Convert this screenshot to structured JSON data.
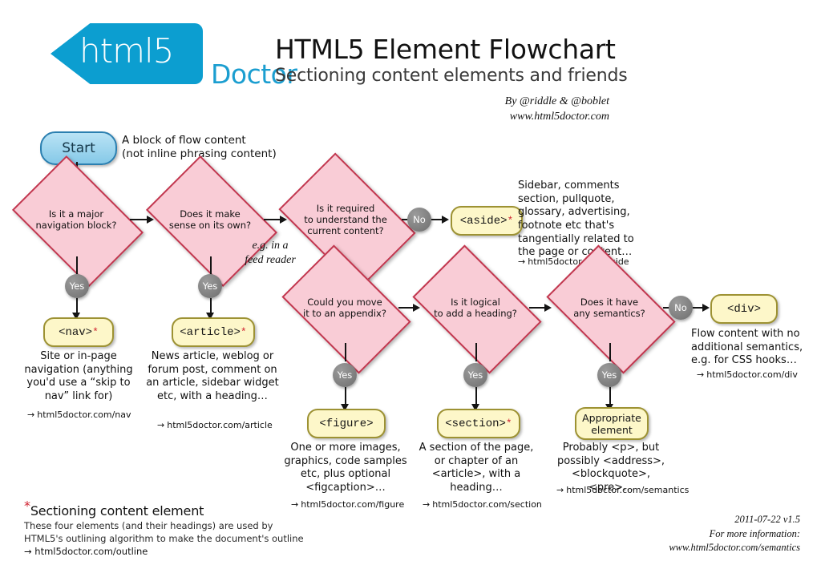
{
  "header": {
    "logo_text": "html5",
    "logo_suffix": "Doctor",
    "title": "HTML5 Element Flowchart",
    "subtitle": "Sectioning content elements and friends",
    "byline_authors": "By @riddle & @boblet",
    "byline_site": "www.html5doctor.com"
  },
  "start": {
    "label": "Start",
    "note_line1": "A block of flow content",
    "note_line2": "(not inline phrasing content)"
  },
  "decisions": [
    {
      "id": "major-nav",
      "line1": "Is it a major",
      "line2": "navigation block?",
      "line3": ""
    },
    {
      "id": "makes-sense",
      "line1": "Does it make",
      "line2": "sense on its own?",
      "line3": ""
    },
    {
      "id": "required",
      "line1": "Is it required",
      "line2": "to understand the",
      "line3": "current content?"
    },
    {
      "id": "appendix",
      "line1": "Could you move",
      "line2": "it to an appendix?",
      "line3": ""
    },
    {
      "id": "heading",
      "line1": "Is it logical",
      "line2": "to add a heading?",
      "line3": ""
    },
    {
      "id": "semantics",
      "line1": "Does it have",
      "line2": "any semantics?",
      "line3": ""
    }
  ],
  "annotations": {
    "feed_reader_line1": "e.g. in a",
    "feed_reader_line2": "feed reader"
  },
  "edge_labels": {
    "yes": "Yes",
    "no": "No"
  },
  "results": {
    "nav": {
      "label": "<nav>",
      "starred": true,
      "description": "Site or in-page navigation (anything you'd use a “skip to nav” link for)",
      "link": "html5doctor.com/nav"
    },
    "article": {
      "label": "<article>",
      "starred": true,
      "description": "News article, weblog or forum post, comment on an article, sidebar widget etc, with a heading…",
      "link": "html5doctor.com/article"
    },
    "aside": {
      "label": "<aside>",
      "starred": true,
      "description": "Sidebar, comments section, pullquote, glossary, advertising, footnote etc that's tangentially related to the page or content…",
      "link": "html5doctor.com/aside"
    },
    "figure": {
      "label": "<figure>",
      "starred": false,
      "description": "One or more images, graphics, code samples etc, plus optional <figcaption>…",
      "link": "html5doctor.com/figure"
    },
    "section": {
      "label": "<section>",
      "starred": true,
      "description": "A section of the page, or chapter of an <article>, with a heading…",
      "link": "html5doctor.com/section"
    },
    "appropriate": {
      "label_line1": "Appropriate",
      "label_line2": "element",
      "starred": false,
      "description": "Probably <p>, but possibly <address>, <blockquote>, <pre>…",
      "link": "html5doctor.com/semantics"
    },
    "div": {
      "label": "<div>",
      "starred": false,
      "description": "Flow content with no additional semantics, e.g. for CSS hooks…",
      "link": "html5doctor.com/div"
    }
  },
  "legend": {
    "title": "Sectioning content element",
    "body_line1": "These four elements (and their headings) are used by",
    "body_line2": "HTML5's outlining algorithm to make the document's outline",
    "link": "html5doctor.com/outline"
  },
  "footer": {
    "version": "2011-07-22 v1.5",
    "more_info": "For more information:",
    "site": "www.html5doctor.com/semantics"
  },
  "colors": {
    "brand_blue": "#0c9ed0",
    "diamond_fill": "#f9ccd6",
    "diamond_border": "#c2374f",
    "element_fill": "#fdf7c9",
    "element_border": "#9d9233",
    "bubble": "#7a7a7a",
    "star_red": "#d0212f"
  }
}
